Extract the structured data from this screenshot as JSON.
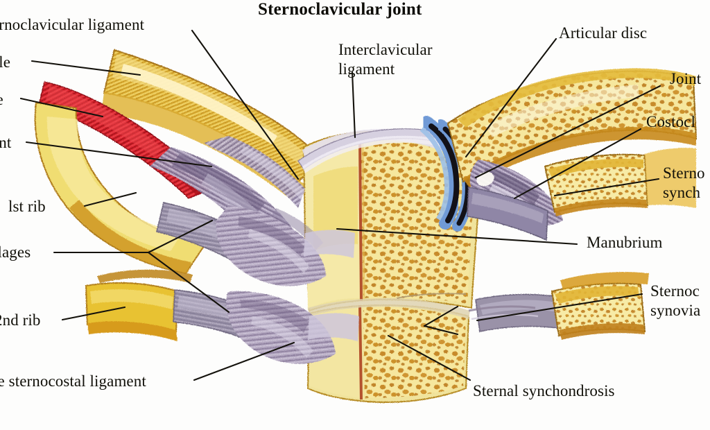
{
  "figure": {
    "title": "Sternoclavicular joint",
    "kind": "anatomical-illustration",
    "background_color": "#fdfdfc",
    "text_color": "#111009"
  },
  "labels": {
    "anterior_sternoclavicular_ligament": "ernoclavicular ligament",
    "clavicle": "cle",
    "muscle": "le",
    "ligament": "ent",
    "first_rib": "lst rib",
    "cartilages": "ilages",
    "second_rib": "2nd rib",
    "radiate_sternocostal_ligament": "te sternocostal ligament",
    "interclavicular_ligament_line1": "Interclavicular",
    "interclavicular_ligament_line2": "ligament",
    "articular_disc": "Articular disc",
    "joint": "Joint",
    "costoclavicular": "Costocl",
    "sternocostal_synchondrosis_line1": "Sterno",
    "sternocostal_synchondrosis_line2": "synch",
    "manubrium": "Manubrium",
    "sternocostal_synovial_line1": "Sternoc",
    "sternocostal_synovial_line2": "synovia",
    "sternal_synchondrosis": "Sternal synchondrosis"
  },
  "palette": {
    "bone_cortical": "#e8c44a",
    "bone_cortical_dark": "#c08a1e",
    "bone_cancellous_ground": "#f5e49a",
    "bone_trabecula": "#c2801f",
    "cartilage_pale": "#f2e8b0",
    "muscle_red": "#d8202a",
    "muscle_red_dark": "#9c1018",
    "ligament_lavender": "#a79ab5",
    "ligament_dark_purple": "#6d5f7e",
    "disc_blue": "#6f9ad6",
    "disc_black": "#121118",
    "periosteum_red": "#b03a1a",
    "rib_cartilage_grey": "#9890a8",
    "leader_line": "#14120c"
  }
}
